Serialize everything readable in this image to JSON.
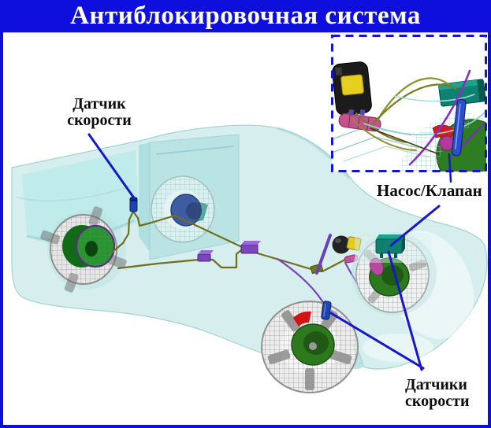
{
  "title": "Антиблокировочная система",
  "labels": {
    "speed_sensor_front": {
      "line1": "Датчик",
      "line2": "скорости"
    },
    "pump_valve": "Насос/Клапан",
    "speed_sensors": {
      "line1": "Датчики",
      "line2": "скорости"
    }
  },
  "callouts": [
    {
      "label": "Датчик скорости",
      "points_to": "sensor-on-rear-axle"
    },
    {
      "label": "Насос/Клапан",
      "points_to": "pump-valve-unit-at-front-right-wheel",
      "also_connects": "inset-detail-view"
    },
    {
      "label": "Датчики скорости",
      "points_to": [
        "sensor-front-left-wheel",
        "sensor-front-right-wheel"
      ]
    }
  ],
  "colors": {
    "frame_blue": "#0f0fdd",
    "title_text": "#ffffff",
    "callout_line_blue": "#1616cf",
    "body_teal": "#d4eeee",
    "cab_glass_teal": "#9fdadc",
    "wheel_mesh_gray": "#8f8f8f",
    "brake_green": "#2c7a1d",
    "hub_blue": "#27459a",
    "caliper_red": "#d31313",
    "caliper_magenta": "#b84a9e",
    "valve_block_teal": "#0e8070",
    "wire_olive": "#6f6f1e",
    "wire_purple": "#7a3fb8",
    "sensor_blue": "#1d44af",
    "pump_pink": "#c4538c",
    "booster_black": "#1b1b1b",
    "booster_yellow": "#e3cc1c"
  }
}
